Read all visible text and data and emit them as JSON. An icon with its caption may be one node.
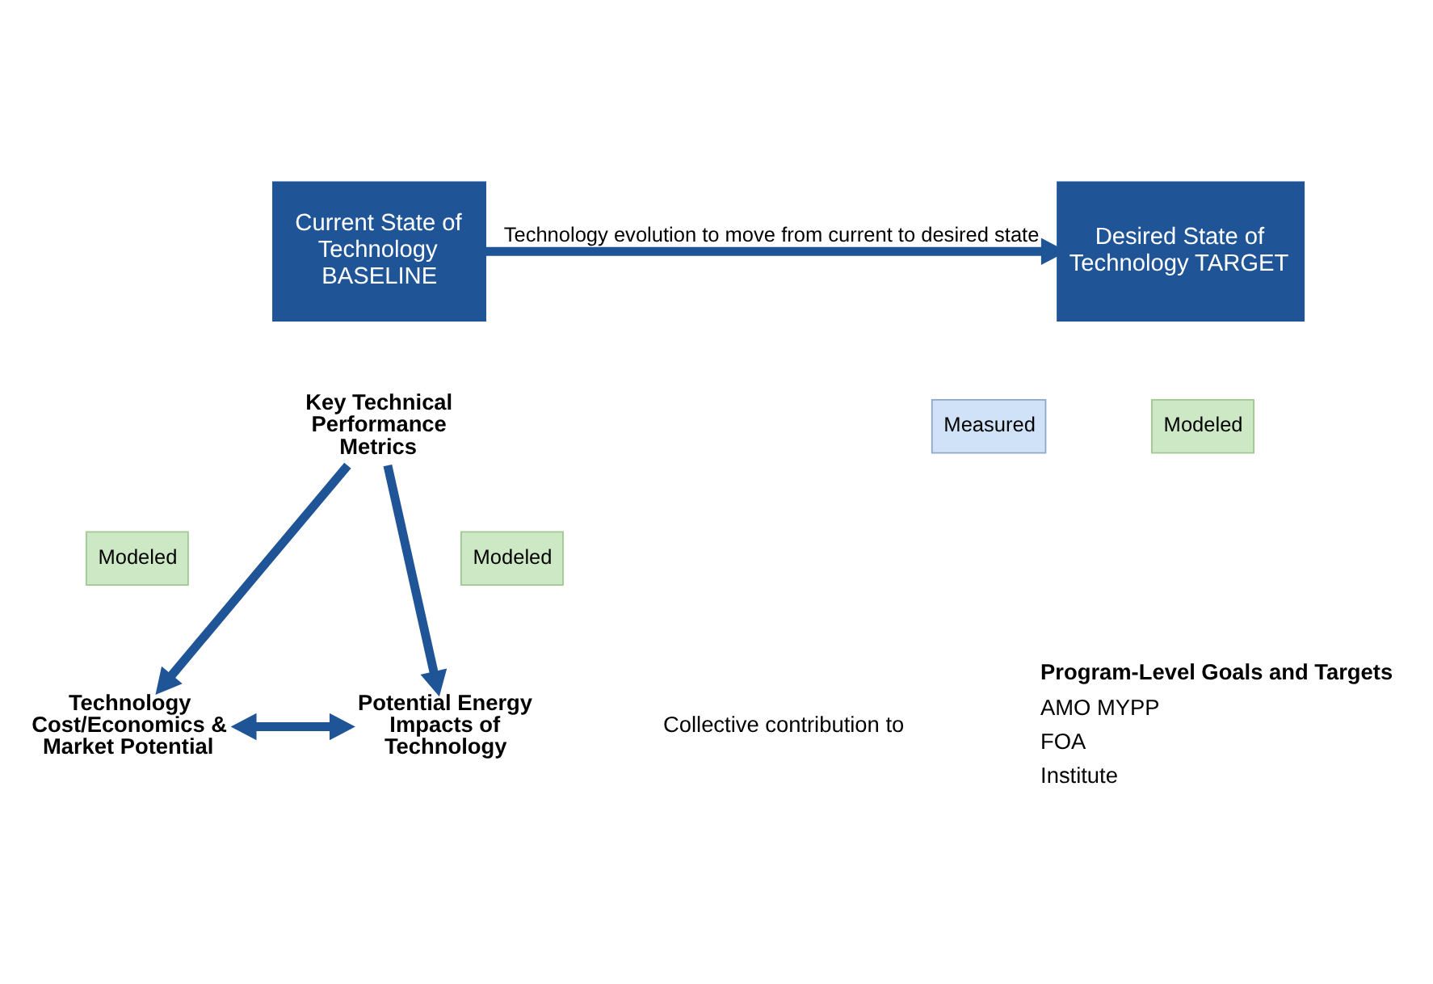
{
  "diagram": {
    "nodes": [
      {
        "text": [
          "Current State of Technology BASELINE"
        ]
      },
      {
        "text": [
          "Desired State of Technology TARGET"
        ]
      },
      {
        "text": [
          "Key Technical Performance Metrics"
        ]
      },
      {
        "text": [
          "Measured"
        ]
      },
      {
        "text": [
          "Modeled"
        ]
      },
      {
        "text": [
          "Modeled"
        ]
      },
      {
        "text": [
          "Modeled"
        ]
      },
      {
        "text": [
          "Technology Cost/Economics & Market Potential"
        ]
      },
      {
        "text": [
          "Potential Energy Impacts of Technology"
        ]
      },
      {
        "text": [
          "Program-Level Goals and Targets",
          "AMO MYPP",
          "FOA",
          "Institute"
        ]
      }
    ],
    "edges": [
      {
        "from": 0,
        "to": 1,
        "arrow": "to",
        "label": "Technology evolution to move from current to desired state"
      },
      {
        "from": 2,
        "to": 7,
        "arrow": "to"
      },
      {
        "from": 2,
        "to": 8,
        "arrow": "to"
      },
      {
        "from": 7,
        "to": 8,
        "arrow": "both"
      }
    ],
    "labels": [
      "Collective contribution to"
    ]
  }
}
